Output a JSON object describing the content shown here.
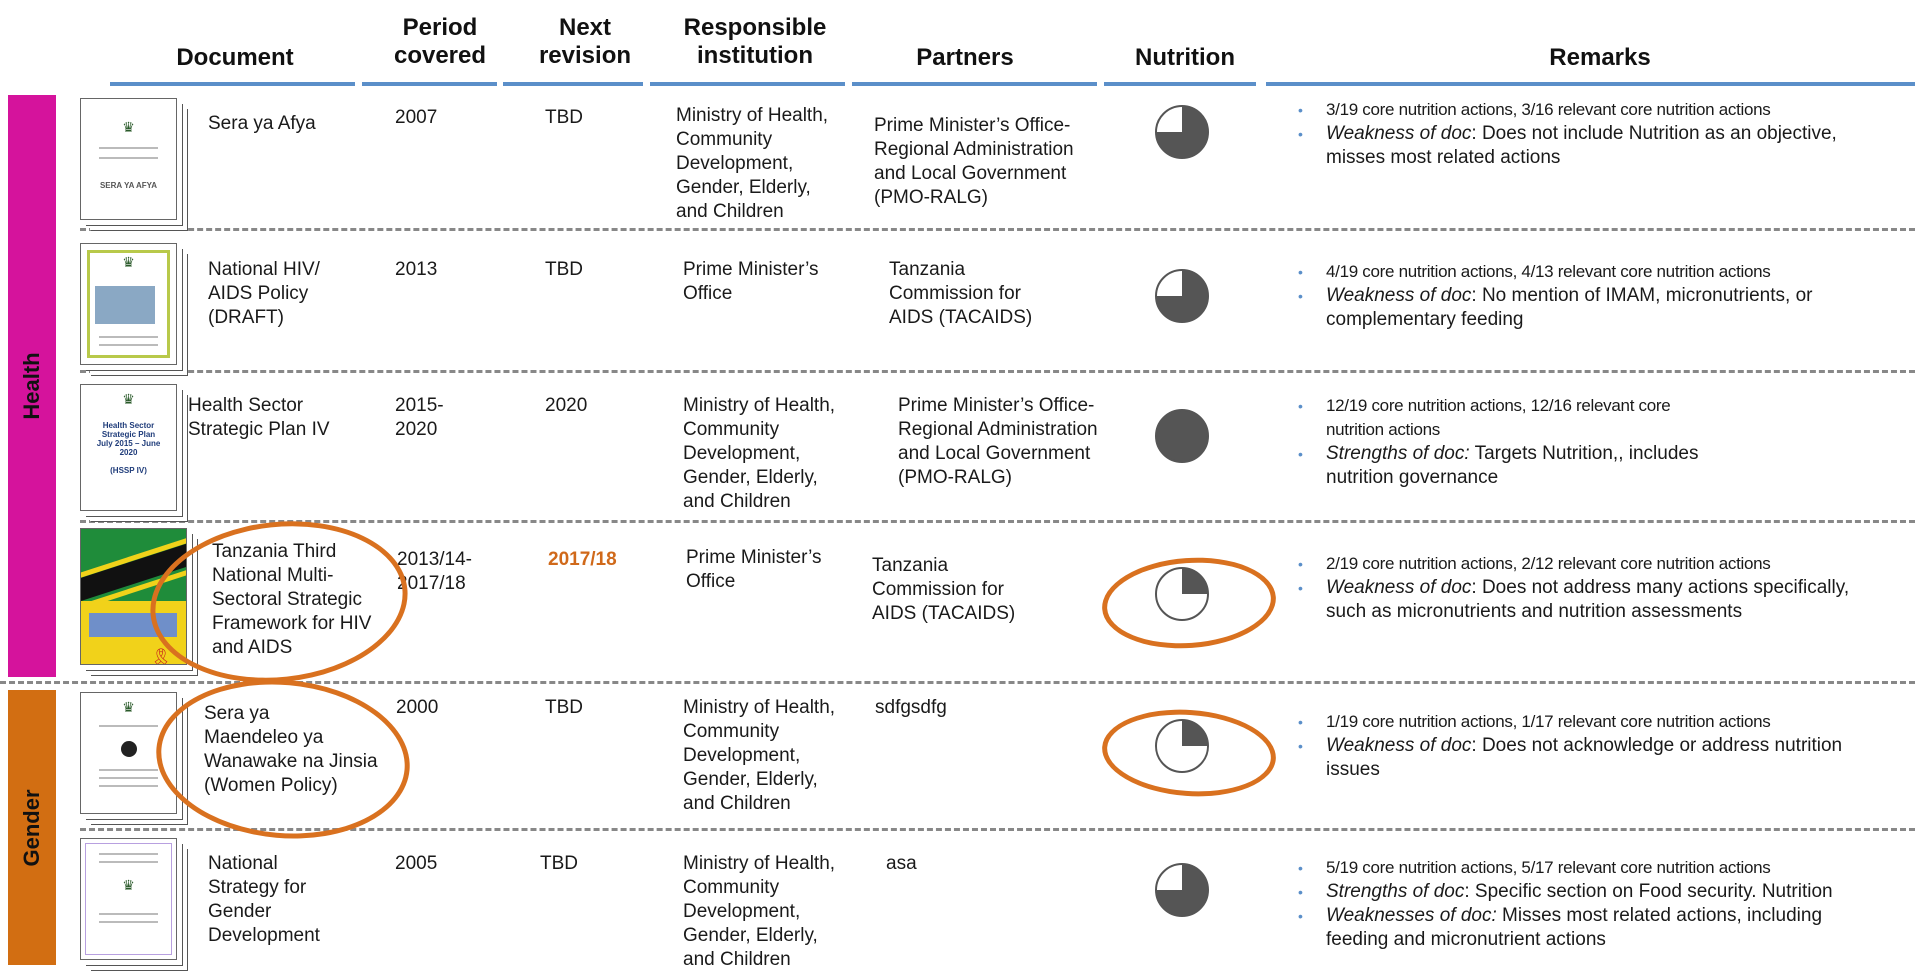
{
  "headers": {
    "document": "Document",
    "period": "Period\ncovered",
    "next": "Next\nrevision",
    "responsible": "Responsible\ninstitution",
    "partners": "Partners",
    "nutrition": "Nutrition",
    "remarks": "Remarks"
  },
  "sectors": {
    "health": "Health",
    "gender": "Gender"
  },
  "colors": {
    "health": "#d5139c",
    "gender": "#d26e12",
    "accent": "#5b8fc9",
    "highlight": "#d9711f"
  },
  "thumbnails": {
    "t1": "SERA YA AFYA",
    "t3": "Health Sector\nStrategic Plan\nJuly 2015 – June 2020\n\n(HSSP IV)"
  },
  "rows": [
    {
      "doc": "Sera ya Afya",
      "period": "2007",
      "next": "TBD",
      "responsible": "Ministry of Health,\nCommunity\nDevelopment,\nGender, Elderly,\nand Children",
      "partners": "Prime Minister’s Office-\nRegional Administration\nand Local Government\n(PMO-RALG)",
      "nutrition": 0.75,
      "r1": "3/19 core nutrition actions, 3/16 relevant core nutrition actions",
      "r2_em": "Weakness of doc",
      "r2": ": Does not include Nutrition as an objective,\nmisses most related actions"
    },
    {
      "doc": "National HIV/\nAIDS Policy\n(DRAFT)",
      "period": "2013",
      "next": "TBD",
      "responsible": "Prime Minister’s\nOffice",
      "partners": "Tanzania\nCommission for\nAIDS (TACAIDS)",
      "nutrition": 0.75,
      "r1": "4/19 core nutrition actions, 4/13 relevant core nutrition actions",
      "r2_em": "Weakness of doc",
      "r2": ": No mention of IMAM, micronutrients, or\ncomplementary feeding"
    },
    {
      "doc": "Health Sector\nStrategic Plan IV",
      "period": "2015-\n2020",
      "next": "2020",
      "responsible": "Ministry of Health,\nCommunity\nDevelopment,\nGender, Elderly,\nand Children",
      "partners": "Prime Minister’s Office-\nRegional Administration\nand Local Government\n(PMO-RALG)",
      "nutrition": 1.0,
      "r1": "12/19 core nutrition actions, 12/16 relevant core\nnutrition actions",
      "r2_em": "Strengths of doc:",
      "r2": " Targets Nutrition,, includes\nnutrition governance"
    },
    {
      "doc": "Tanzania Third\nNational Multi-\nSectoral Strategic\nFramework for HIV\nand AIDS",
      "period": "2013/14-\n2017/18",
      "next": "2017/18",
      "responsible": "Prime Minister’s\nOffice",
      "partners": "Tanzania\nCommission for\nAIDS (TACAIDS)",
      "nutrition": 0.25,
      "r1": "2/19 core nutrition actions, 2/12 relevant core nutrition actions",
      "r2_em": "Weakness of doc",
      "r2": ": Does not address many actions specifically,\nsuch as micronutrients and nutrition assessments"
    },
    {
      "doc": "Sera ya\nMaendeleo ya\nWanawake na Jinsia\n(Women Policy)",
      "period": "2000",
      "next": "TBD",
      "responsible": "Ministry of Health,\nCommunity\nDevelopment,\nGender, Elderly,\nand Children",
      "partners": "sdfgsdfg",
      "nutrition": 0.25,
      "r1": "1/19 core nutrition actions, 1/17 relevant core nutrition actions",
      "r2_em": "Weakness of doc",
      "r2": ": Does not acknowledge or address nutrition\nissues"
    },
    {
      "doc": "National\nStrategy for\nGender\nDevelopment",
      "period": "2005",
      "next": "TBD",
      "responsible": "Ministry of Health,\nCommunity\nDevelopment,\nGender, Elderly,\nand Children",
      "partners": "asa",
      "nutrition": 0.75,
      "r1": "5/19 core nutrition actions, 5/17 relevant core nutrition actions",
      "r2_em": "Strengths of doc",
      "r2": ": Specific section on Food security. Nutrition",
      "r3_em": "Weaknesses of doc:",
      "r3": " Misses most related actions, including\nfeeding and micronutrient actions"
    }
  ]
}
